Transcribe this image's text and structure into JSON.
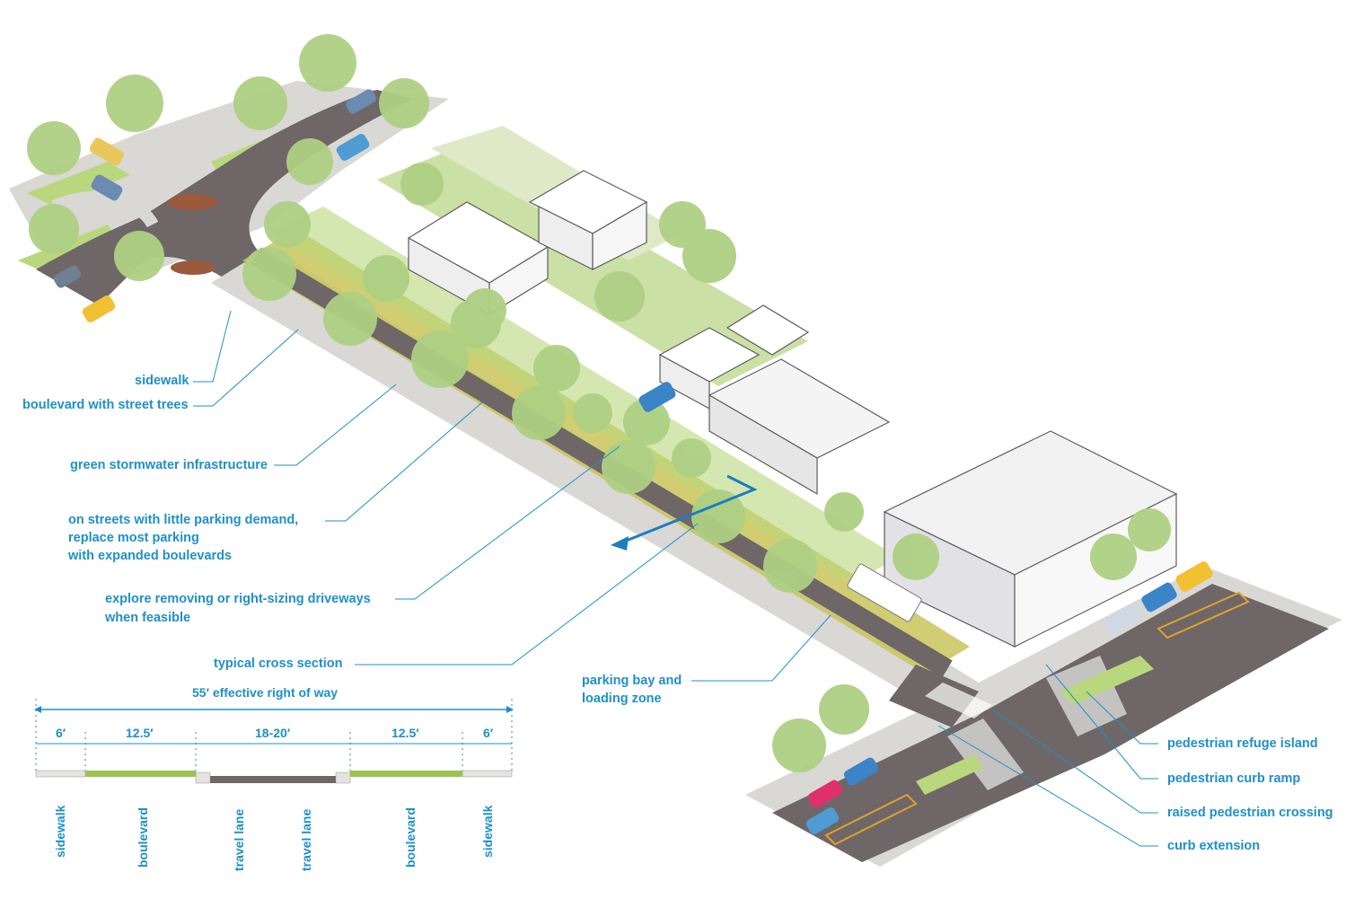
{
  "labels": {
    "sidewalk": "sidewalk",
    "boulevard_trees": "boulevard with street trees",
    "green_stormwater": "green stormwater infrastructure",
    "parking_line1": "on streets with little parking demand,",
    "parking_line2": "replace most parking",
    "parking_line3": "with expanded boulevards",
    "driveways_line1": "explore removing or right-sizing driveways",
    "driveways_line2": "when feasible",
    "cross_section": "typical cross section",
    "parking_bay_line1": "parking bay and",
    "parking_bay_line2": "loading zone",
    "refuge_island": "pedestrian refuge island",
    "curb_ramp": "pedestrian curb ramp",
    "raised_crossing": "raised pedestrian crossing",
    "curb_extension": "curb extension"
  },
  "cross_section": {
    "total": "55′ effective right of way",
    "widths": [
      "6′",
      "12.5′",
      "18-20′",
      "12.5′",
      "6′"
    ],
    "lanes": [
      "sidewalk",
      "boulevard",
      "travel lane",
      "travel lane",
      "boulevard",
      "sidewalk"
    ]
  },
  "colors": {
    "label": "#1f8fc9",
    "grass": "#b9d77c",
    "road": "#6f6667",
    "sidewalk": "#dcdad7",
    "planting": "#c8c45a",
    "tree": "#aed084",
    "house": "#ffffff"
  }
}
